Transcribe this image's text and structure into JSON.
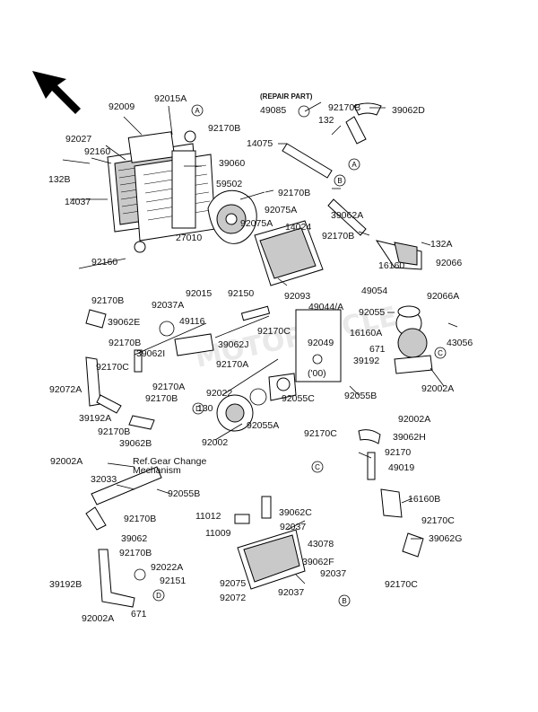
{
  "watermark": "MOTORCYCLE",
  "notes": {
    "repair_part": "(REPAIR PART)",
    "ref_gear_1": "Ref.Gear Change",
    "ref_gear_2": "Mechanism",
    "year_mark": "('00)"
  },
  "markers": [
    "A",
    "A",
    "B",
    "B",
    "C",
    "C",
    "D",
    "D"
  ],
  "labels": {
    "l92009": "92009",
    "l92015A": "92015A",
    "l92027": "92027",
    "l92160a": "92160",
    "l132B": "132B",
    "l14037": "14037",
    "l39060": "39060",
    "l92170B_top": "92170B",
    "l59502": "59502",
    "l27010": "27010",
    "l92160b": "92160",
    "l92015": "92015",
    "l92150": "92150",
    "l92170B_l": "92170B",
    "l92037A": "92037A",
    "l49116": "49116",
    "l39062E": "39062E",
    "l92170B_l2": "92170B",
    "l39062I": "39062I",
    "l92170C_l": "92170C",
    "l92170A_a": "92170A",
    "l92170A_b": "92170A",
    "l92072A": "92072A",
    "l39192A": "39192A",
    "l92170B_l3": "92170B",
    "l39062B": "39062B",
    "l92170B_l4": "92170B",
    "l39062J": "39062J",
    "l92170C_m": "92170C",
    "l92022": "92022",
    "l130": "130",
    "l92002": "92002",
    "l92055A": "92055A",
    "l49085": "49085",
    "l92170B_rp": "92170B",
    "l132": "132",
    "l39062D": "39062D",
    "l14075": "14075",
    "l92170B_m": "92170B",
    "l92075A_a": "92075A",
    "l92075A_b": "92075A",
    "l39062A": "39062A",
    "l14024": "14024",
    "l92170B_r": "92170B",
    "l132A": "132A",
    "l16160": "16160",
    "l92066": "92066",
    "l49054": "49054",
    "l92066A": "92066A",
    "l92093": "92093",
    "l49044A": "49044/A",
    "l92049": "92049",
    "l92055": "92055",
    "l16160A": "16160A",
    "l671_a": "671",
    "l43056": "43056",
    "l39192": "39192",
    "l92055C": "92055C",
    "l92055B_r": "92055B",
    "l92002A_r1": "92002A",
    "l92002A_r2": "92002A",
    "l92170C_r": "92170C",
    "l39062H": "39062H",
    "l92170": "92170",
    "l49019": "49019",
    "l16160B": "16160B",
    "l92170C_r2": "92170C",
    "l39062G": "39062G",
    "l92170C_r3": "92170C",
    "l92002A_l": "92002A",
    "l32033": "32033",
    "l92055B_l": "92055B",
    "l92170B_l5": "92170B",
    "l39062": "39062",
    "l92170B_l6": "92170B",
    "l92022A": "92022A",
    "l92151": "92151",
    "l39192B": "39192B",
    "l671_b": "671",
    "l92002A_l2": "92002A",
    "l11012": "11012",
    "l11009": "11009",
    "l39062C": "39062C",
    "l92037_a": "92037",
    "l43078": "43078",
    "l39062F": "39062F",
    "l92037_b": "92037",
    "l92075": "92075",
    "l92072": "92072",
    "l92037_c": "92037"
  }
}
